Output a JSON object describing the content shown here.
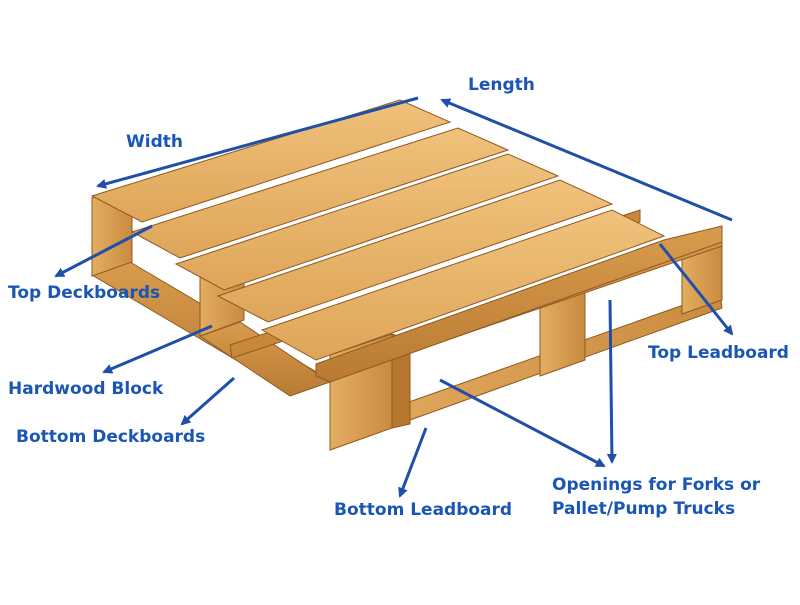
{
  "labels": {
    "length": "Length",
    "width": "Width",
    "top_deckboards": "Top Deckboards",
    "hardwood_block": "Hardwood Block",
    "bottom_deckboards": "Bottom Deckboards",
    "bottom_leadboard": "Bottom Leadboard",
    "top_leadboard": "Top Leadboard",
    "openings_line1": "Openings for Forks or",
    "openings_line2": "Pallet/Pump Trucks"
  },
  "colors": {
    "label_text": "#1a56b4",
    "arrow": "#1f4fa6",
    "wood_light": "#e8b56a",
    "wood_mid": "#d69a4a",
    "wood_dark": "#b7772f",
    "wood_shadow": "#8e5a22"
  }
}
